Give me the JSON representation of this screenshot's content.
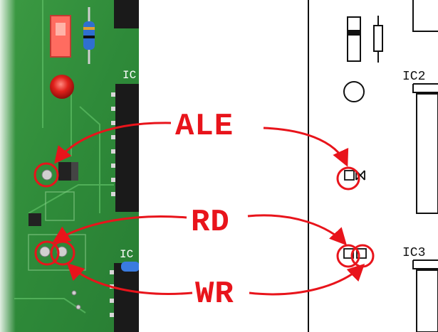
{
  "signals": [
    {
      "id": "ale",
      "label": "ALE"
    },
    {
      "id": "rd",
      "label": "RD"
    },
    {
      "id": "wr",
      "label": "WR"
    }
  ],
  "schematic_labels": {
    "ic_upper": "IC2",
    "ic_lower": "IC3"
  },
  "photo_labels": {
    "ic_upper": "IC",
    "ic_lower": "IC"
  },
  "colors": {
    "annotation": "#e8141b",
    "pcb_green": "#2f8f3a",
    "schematic_line": "#111111"
  }
}
